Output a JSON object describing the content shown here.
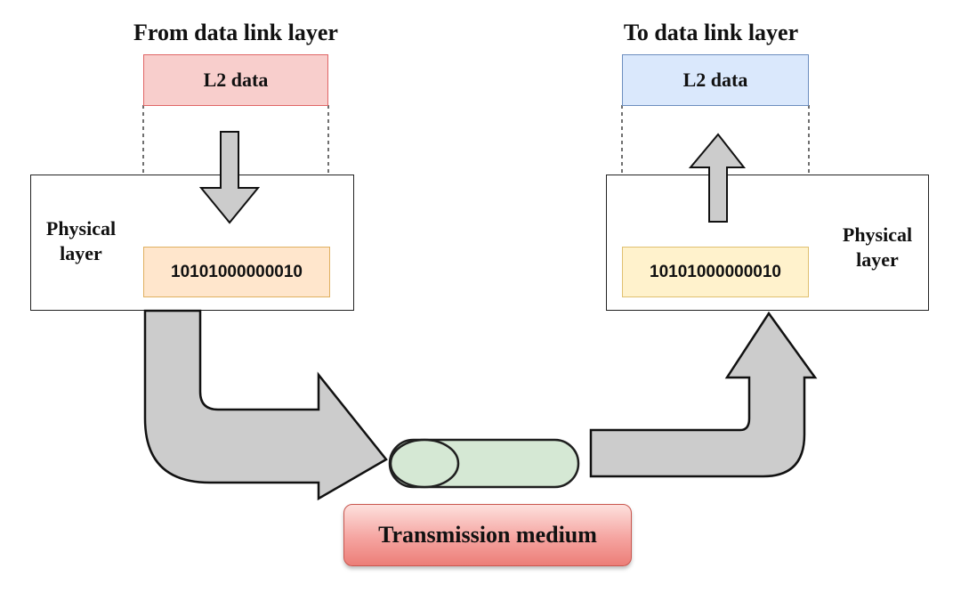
{
  "sender": {
    "heading": "From data link layer",
    "l2_label": "L2 data",
    "layer_label_line1": "Physical",
    "layer_label_line2": "layer",
    "bits": "10101000000010"
  },
  "receiver": {
    "heading": "To data link layer",
    "l2_label": "L2 data",
    "layer_label_line1": "Physical",
    "layer_label_line2": "layer",
    "bits": "10101000000010"
  },
  "medium": {
    "label": "Transmission medium"
  },
  "colors": {
    "sender_l2_fill": "#f8cecc",
    "sender_l2_stroke": "#e06666",
    "sender_bits_fill": "#ffe6cc",
    "sender_bits_stroke": "#e0b060",
    "receiver_l2_fill": "#dae8fc",
    "receiver_l2_stroke": "#6c8ebf",
    "receiver_bits_fill": "#fff2cc",
    "receiver_bits_stroke": "#e0c070",
    "arrow_fill": "#cccccc",
    "arrow_stroke": "#111111",
    "cable_fill": "#d5e8d4",
    "cable_stroke": "#1f1f1f",
    "medium_label_fill": "#f5a4a0"
  }
}
